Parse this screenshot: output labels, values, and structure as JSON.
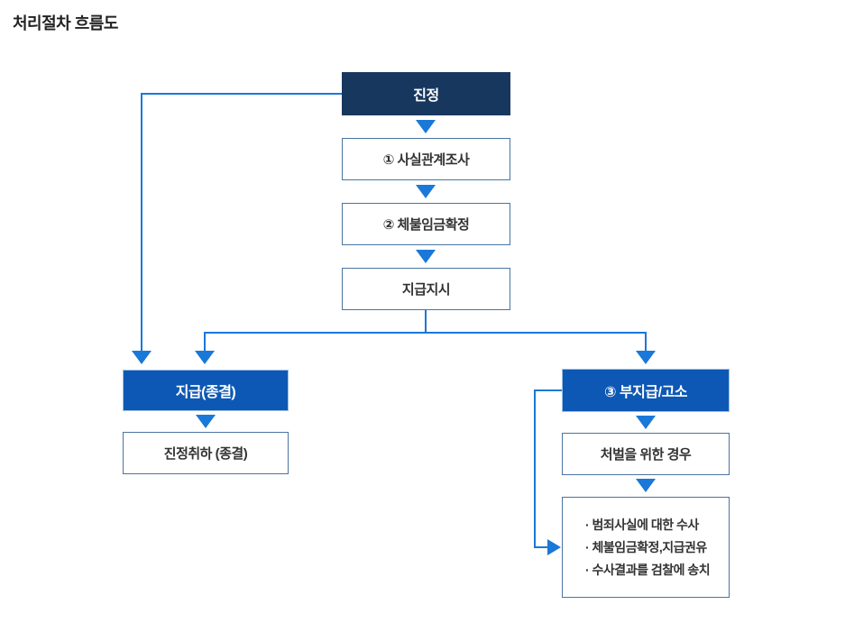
{
  "title": "처리절차 흐름도",
  "colors": {
    "navy": "#17375e",
    "blue": "#0d58b4",
    "blue-edge": "#9fc0e2",
    "line": "#1a78d8",
    "box-border": "#4a74a0",
    "box-text": "#333333",
    "title-text": "#222222"
  },
  "flow": {
    "start": {
      "label": "진정"
    },
    "steps": [
      {
        "label": "① 사실관계조사"
      },
      {
        "label": "② 체불임금확정"
      },
      {
        "label": "지급지시"
      }
    ],
    "left_branch": {
      "head": {
        "label": "지급(종결)"
      },
      "child": {
        "label": "진정취하 (종결)"
      }
    },
    "right_branch": {
      "head": {
        "label": "③ 부지급/고소"
      },
      "child": {
        "label": "처벌을 위한 경우"
      },
      "bullet": "·",
      "detail_items": [
        "범죄사실에 대한 수사",
        "체불임금확정,지급권유",
        "수사결과를 검찰에 송치"
      ]
    }
  }
}
